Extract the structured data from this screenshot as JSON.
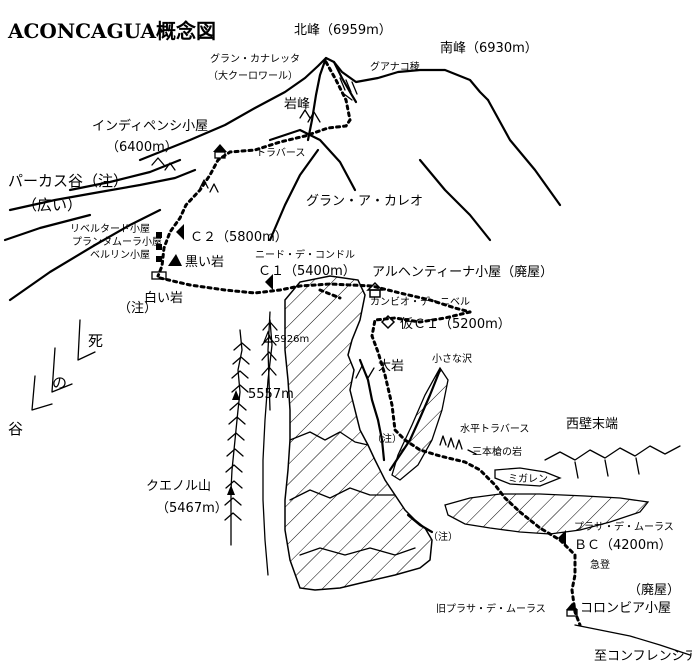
{
  "title": "ACONCAGUA概念図",
  "peaks": {
    "north": "北峰（6959m）",
    "south": "南峰（6930m）",
    "rock_peak": "岩峰",
    "cuerno": "クエノル山",
    "cuerno_alt": "（5467m）",
    "alt_5926": "5926m",
    "alt_5557": "5557m"
  },
  "ridges": {
    "guanaco": "グアナコ稜",
    "gran_canaleta_1": "グラン・カナレッタ",
    "gran_canaleta_2": "（大クーロワール）",
    "traverse": "トラバース",
    "gran_acarreo": "グラン・ア・カレオ"
  },
  "huts": {
    "independencia_1": "インディペンシ小屋",
    "independencia_2": "（6400m）",
    "libertador": "リベルタード小屋",
    "plantamura": "プランタムーラ小屋",
    "berlin": "ベルリン小屋",
    "argentina": "アルヘンティーナ小屋（廃屋）",
    "colombia": "コロンビア小屋",
    "colombia_ruin": "（廃屋）"
  },
  "camps": {
    "c2": "Ｃ２（5800m）",
    "c1": "Ｃ１（5400m）",
    "nido": "ニード・デ・コンドル",
    "canbio": "カンビオ・デ・ニベル",
    "provisional_c1": "仮Ｃ１（5200m）",
    "bc": "ＢＣ（4200m）",
    "plaza_de_mulas": "プラサ・デ・ムーラス",
    "old_plaza": "旧プラサ・デ・ムーラス"
  },
  "features": {
    "black_rock": "黒い岩",
    "white_rock": "白い岩",
    "big_rock": "大岩",
    "small_stream": "小さな沢",
    "horizontal_traverse": "水平トラバース",
    "three_spear": "三本槍の岩",
    "glacier": "ミガレン",
    "west_face_end": "西壁末端",
    "steep_climb": "急登",
    "to_confluencia": "至コンフレンシア"
  },
  "valleys": {
    "polacos_1": "パーカス谷（注）",
    "polacos_2": "（広い）",
    "note": "（注）",
    "valley_death": "死",
    "valley_of": "の",
    "valley": "谷"
  }
}
